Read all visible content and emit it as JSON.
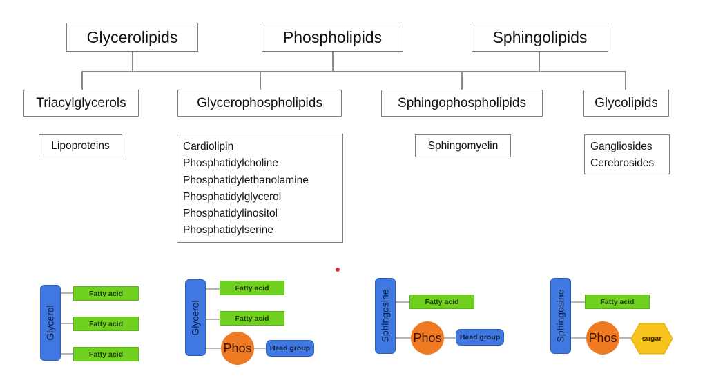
{
  "top": [
    "Glycerolipids",
    "Phospholipids",
    "Sphingolipids"
  ],
  "mid": [
    "Triacylglycerols",
    "Glycerophospholipids",
    "Sphingophospholipids",
    "Glycolipids"
  ],
  "leaves": {
    "lipoproteins": "Lipoproteins",
    "glycerophospholipids": [
      "Cardiolipin",
      "Phosphatidylcholine",
      "Phosphatidylethanolamine",
      "Phosphatidylglycerol",
      "Phosphatidylinositol",
      "Phosphatidylserine"
    ],
    "sphingomyelin": "Sphingomyelin",
    "glycolipids": [
      "Gangliosides",
      "Cerebrosides"
    ]
  },
  "structures": {
    "glycerol": "Glycerol",
    "sphingosine": "Sphingosine",
    "fatty_acid": "Fatty acid",
    "phos": "Phos",
    "head_group": "Head group",
    "sugar": "sugar"
  },
  "colors": {
    "backbone": "#3e78e0",
    "fatty_acid": "#6fd020",
    "phosphate": "#f07a22",
    "sugar": "#f7c31b"
  }
}
